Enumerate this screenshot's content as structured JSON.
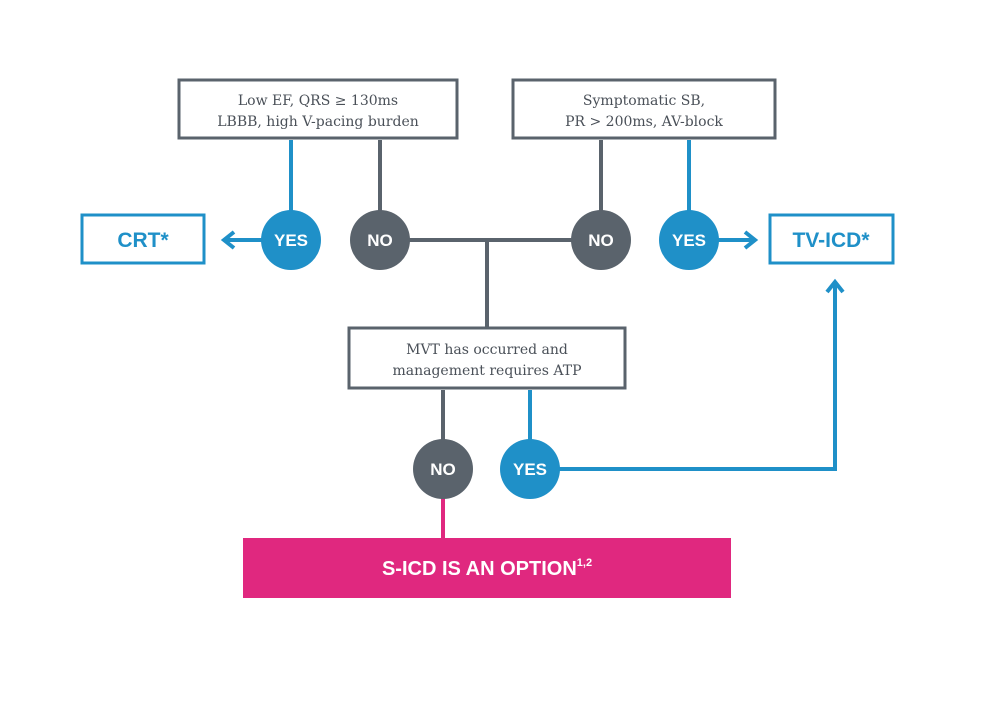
{
  "colors": {
    "gray": "#5a636c",
    "blue": "#1f90c8",
    "magenta": "#e0287f",
    "white": "#ffffff"
  },
  "boxes": {
    "top_left": {
      "line1": "Low EF, QRS ≥ 130ms",
      "line2": "LBBB, high V-pacing burden"
    },
    "top_right": {
      "line1": "Symptomatic SB,",
      "line2": "PR > 200ms, AV-block"
    },
    "middle": {
      "line1": "MVT has occurred and",
      "line2": "management requires ATP"
    }
  },
  "circles": {
    "yes": "YES",
    "no": "NO"
  },
  "outcomes": {
    "crt": "CRT*",
    "tv_icd": "TV-ICD*"
  },
  "banner": {
    "text": "S-ICD IS AN OPTION",
    "superscript": "1,2"
  }
}
